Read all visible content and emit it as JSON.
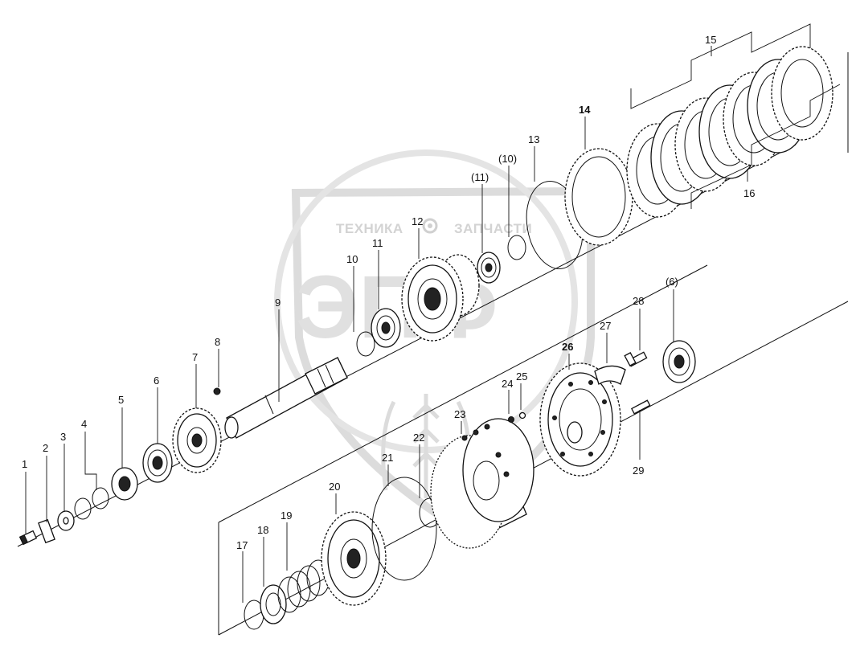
{
  "watermark": {
    "left_text": "ТЕХНИКА",
    "right_text": "ЗАПЧАСТИ",
    "logo_letters": "ЭПФ"
  },
  "callouts": [
    {
      "id": "c1",
      "text": "1"
    },
    {
      "id": "c2",
      "text": "2"
    },
    {
      "id": "c3",
      "text": "3"
    },
    {
      "id": "c4",
      "text": "4"
    },
    {
      "id": "c5",
      "text": "5"
    },
    {
      "id": "c6",
      "text": "6"
    },
    {
      "id": "c7",
      "text": "7"
    },
    {
      "id": "c8",
      "text": "8"
    },
    {
      "id": "c9",
      "text": "9"
    },
    {
      "id": "c10",
      "text": "10"
    },
    {
      "id": "c11",
      "text": "11"
    },
    {
      "id": "c12",
      "text": "12"
    },
    {
      "id": "c10b",
      "text": "(10)"
    },
    {
      "id": "c11b",
      "text": "(11)"
    },
    {
      "id": "c13",
      "text": "13"
    },
    {
      "id": "c14",
      "text": "14"
    },
    {
      "id": "c15",
      "text": "15"
    },
    {
      "id": "c16",
      "text": "16"
    },
    {
      "id": "c17",
      "text": "17"
    },
    {
      "id": "c18",
      "text": "18"
    },
    {
      "id": "c19",
      "text": "19"
    },
    {
      "id": "c20",
      "text": "20"
    },
    {
      "id": "c21",
      "text": "21"
    },
    {
      "id": "c22",
      "text": "22"
    },
    {
      "id": "c23",
      "text": "23"
    },
    {
      "id": "c24",
      "text": "24"
    },
    {
      "id": "c25",
      "text": "25"
    },
    {
      "id": "c26",
      "text": "26"
    },
    {
      "id": "c27",
      "text": "27"
    },
    {
      "id": "c28",
      "text": "28"
    },
    {
      "id": "c6b",
      "text": "(6)"
    },
    {
      "id": "c29",
      "text": "29"
    }
  ]
}
